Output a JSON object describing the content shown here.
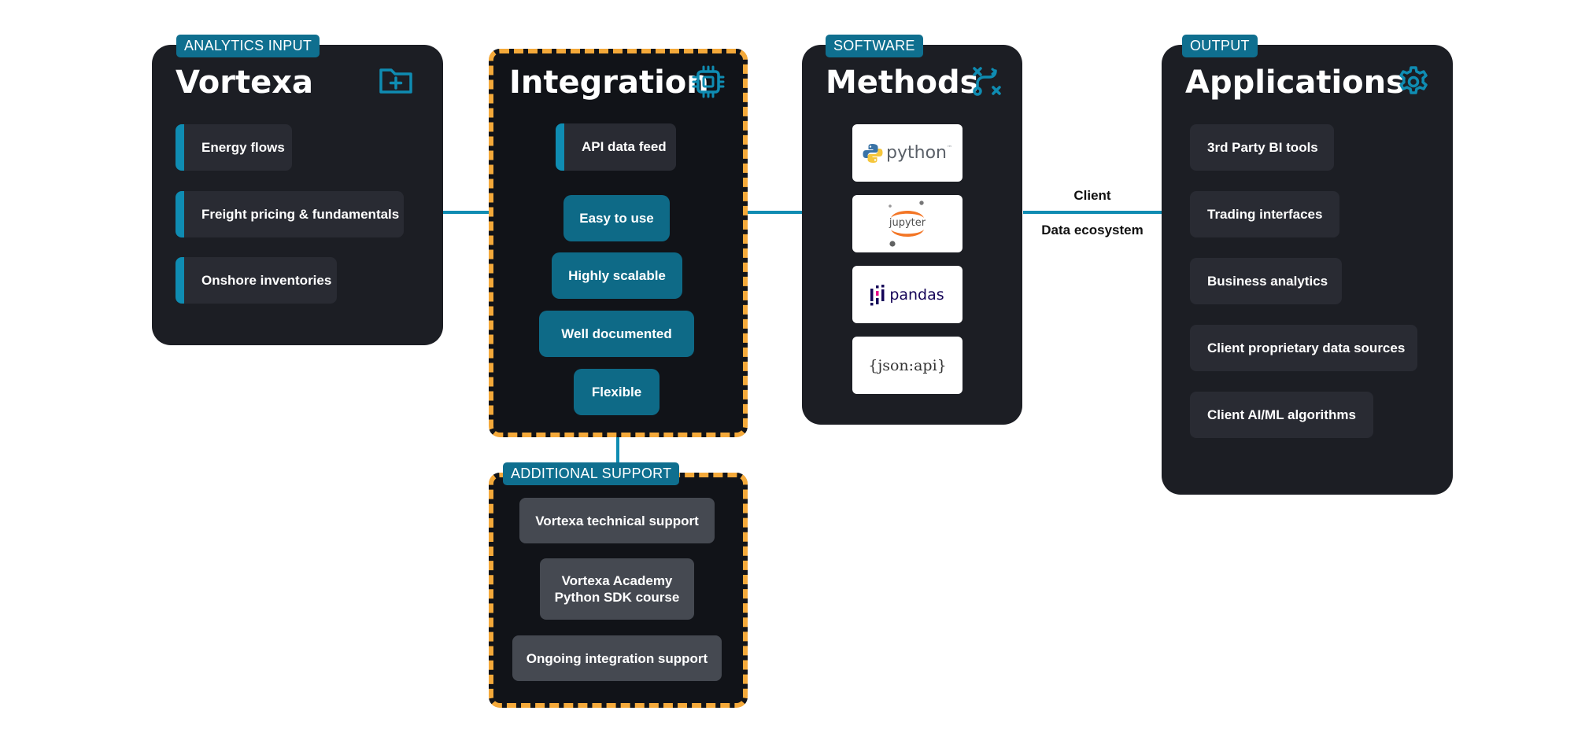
{
  "vortexa": {
    "tag": "ANALYTICS INPUT",
    "title": "Vortexa",
    "icon": "folder-plus-icon",
    "items": [
      "Energy flows",
      "Freight pricing & fundamentals",
      "Onshore inventories"
    ]
  },
  "integration": {
    "title": "Integration",
    "icon": "chip-icon",
    "feed": "API data feed",
    "features": [
      "Easy to use",
      "Highly scalable",
      "Well documented",
      "Flexible"
    ]
  },
  "support": {
    "tag": "ADDITIONAL SUPPORT",
    "items": [
      "Vortexa technical support",
      "Vortexa Academy\nPython SDK course",
      "Ongoing integration support"
    ]
  },
  "methods": {
    "tag": "SOFTWARE",
    "title": "Methods",
    "icon": "route-icon",
    "logos": {
      "python": "python",
      "python_tm": "™",
      "jupyter": "jupyter",
      "pandas": "pandas",
      "jsonapi": "{json:api}"
    }
  },
  "connector": {
    "top": "Client",
    "bottom": "Data ecosystem"
  },
  "applications": {
    "tag": "OUTPUT",
    "title": "Applications",
    "icon": "gear-icon",
    "items": [
      "3rd Party BI tools",
      "Trading interfaces",
      "Business analytics",
      "Client proprietary data sources",
      "Client AI/ML algorithms"
    ]
  },
  "colors": {
    "panel": "#1c1e24",
    "accent": "#0f8cb2",
    "feature": "#0e6a87",
    "dash": "#f4a93a",
    "support": "#454951"
  }
}
